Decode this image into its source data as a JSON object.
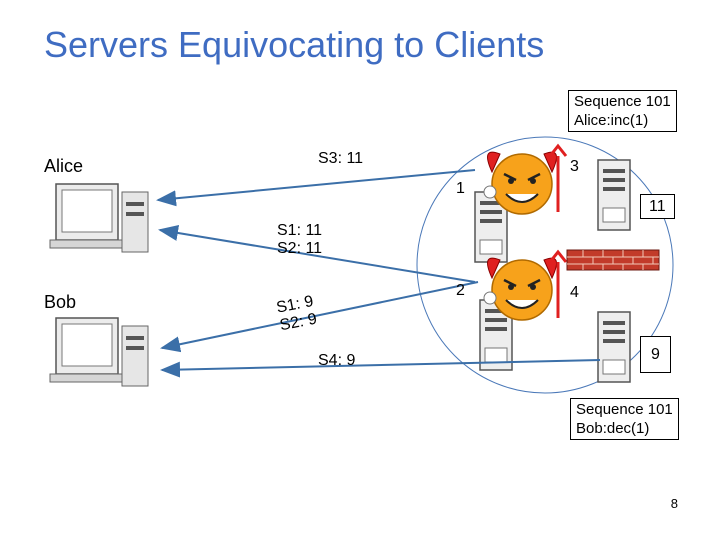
{
  "title": "Servers Equivocating to Clients",
  "clients": {
    "alice": "Alice",
    "bob": "Bob"
  },
  "boxes": {
    "alice_sequence": [
      "Sequence 101",
      "Alice:inc(1)"
    ],
    "bob_sequence": [
      "Sequence 101",
      "Bob:dec(1)"
    ],
    "s3_value": "11",
    "s4_value": "9"
  },
  "messages": {
    "s3_to_alice": "S3: 11",
    "s1s2_to_alice": [
      "S1: 11",
      "S2: 11"
    ],
    "s1s2_to_bob": [
      "S1: 9",
      "S2: 9"
    ],
    "s4_to_bob": "S4: 9"
  },
  "server_labels": {
    "s1": "1",
    "s2": "2",
    "s3": "3",
    "s4": "4"
  },
  "page_number": "8",
  "colors": {
    "title": "#3f6cc2",
    "arrows": "#3b6fa8",
    "devil": "#e02020",
    "face": "#f7a21b",
    "firewall": "#c23b2a"
  }
}
